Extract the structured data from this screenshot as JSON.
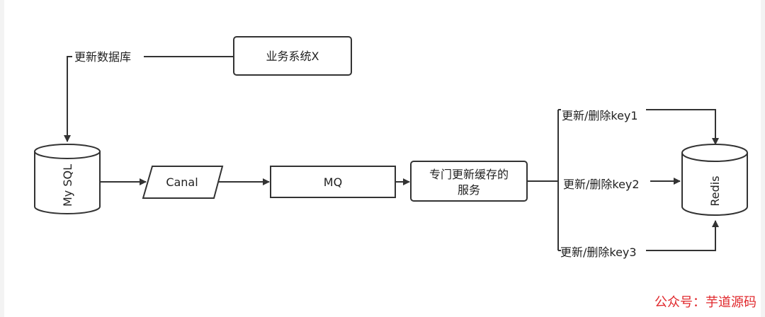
{
  "nodes": {
    "business_system": "业务系统X",
    "mysql": "My SQL",
    "canal": "Canal",
    "mq": "MQ",
    "cache_service_line1": "专门更新缓存的",
    "cache_service_line2": "服务",
    "redis": "Redis"
  },
  "edges": {
    "update_db": "更新数据库",
    "update_key1": "更新/删除key1",
    "update_key2": "更新/删除key2",
    "update_key3": "更新/删除key3"
  },
  "watermark": "公众号：芋道源码",
  "colors": {
    "stroke": "#333333",
    "watermark": "#e0282c"
  }
}
